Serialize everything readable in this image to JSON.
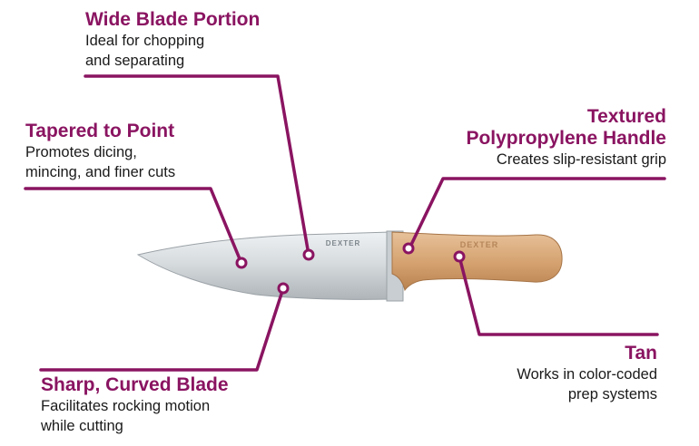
{
  "colors": {
    "accent": "#8a1461",
    "handle": "#d6a472",
    "blade": "#cfd4d8"
  },
  "brand": {
    "blade_logo": "DEXTER",
    "handle_logo": "DEXTER"
  },
  "callouts": {
    "wide_blade": {
      "title": "Wide Blade Portion",
      "desc_line1": "Ideal for chopping",
      "desc_line2": "and separating"
    },
    "tapered": {
      "title": "Tapered to Point",
      "desc_line1": "Promotes dicing,",
      "desc_line2": "mincing, and finer cuts"
    },
    "handle": {
      "title_line1": "Textured",
      "title_line2": "Polypropylene Handle",
      "desc_line1": "Creates slip-resistant grip"
    },
    "sharp": {
      "title": "Sharp, Curved Blade",
      "desc_line1": "Facilitates rocking motion",
      "desc_line2": "while cutting"
    },
    "tan": {
      "title": "Tan",
      "desc_line1": "Works in color-coded",
      "desc_line2": "prep systems"
    }
  }
}
